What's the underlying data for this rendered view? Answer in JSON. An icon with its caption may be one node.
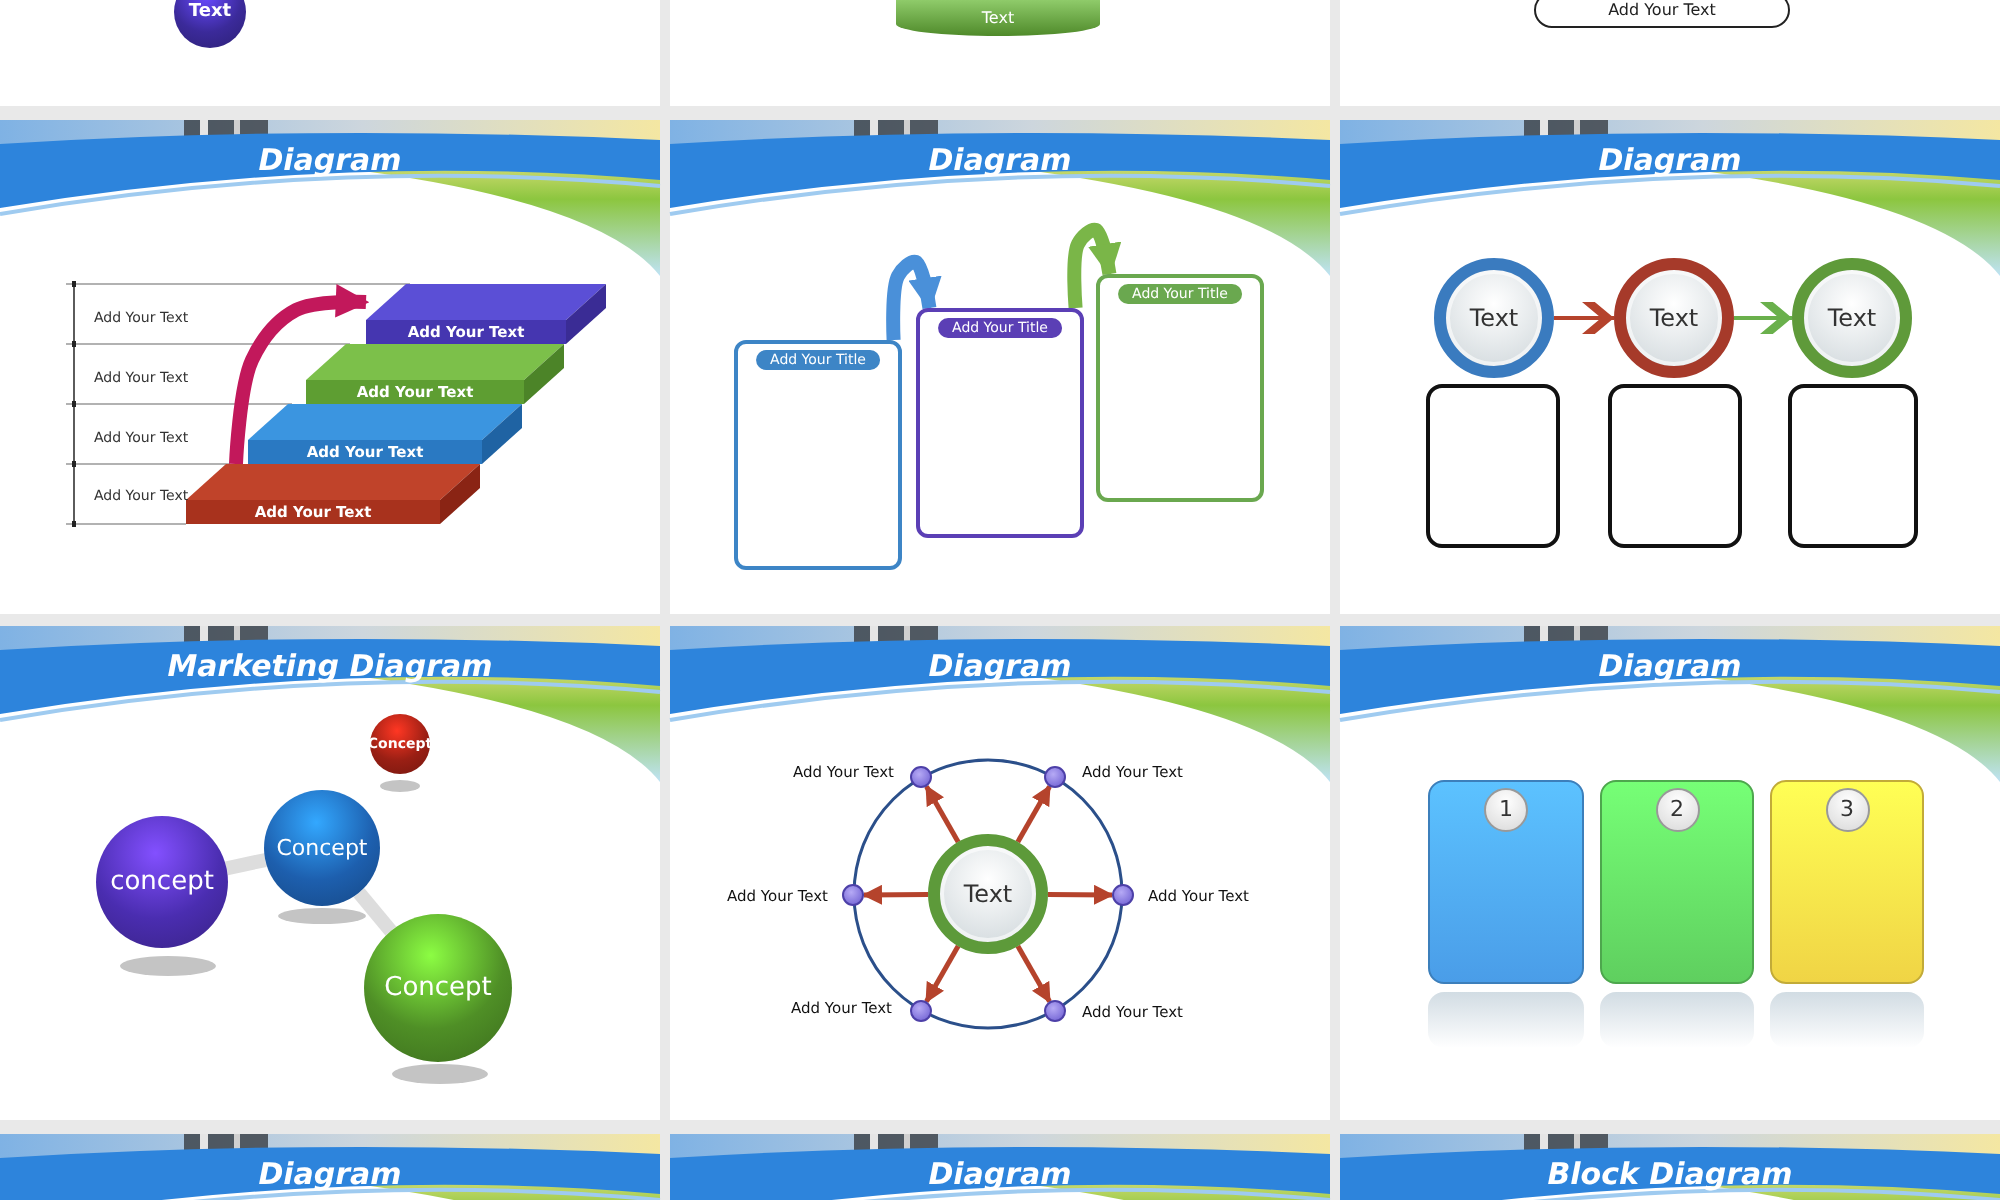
{
  "diagram": {
    "nodes": [
      {
        "text": [
          "Text"
        ]
      },
      {
        "text": [
          "Text"
        ]
      },
      {
        "text": [
          "Add Your Text"
        ]
      },
      {
        "text": [
          "Add Your Text"
        ]
      },
      {
        "text": [
          "Add Your Text"
        ]
      },
      {
        "text": [
          "Add Your Text"
        ]
      },
      {
        "text": [
          "Add Your Text"
        ]
      },
      {
        "text": [
          "Add Your Title"
        ]
      },
      {
        "text": [
          "Add Your Title"
        ]
      },
      {
        "text": [
          "Add Your Title"
        ]
      },
      {
        "text": [
          "Text"
        ]
      },
      {
        "text": [
          "Text"
        ]
      },
      {
        "text": [
          "Text"
        ]
      },
      {
        "text": [],
        "shape": "box"
      },
      {
        "text": [],
        "shape": "box"
      },
      {
        "text": [],
        "shape": "box"
      },
      {
        "text": [
          "Concept"
        ]
      },
      {
        "text": [
          "Concept"
        ]
      },
      {
        "text": [
          "concept"
        ]
      },
      {
        "text": [
          "Concept"
        ]
      },
      {
        "text": [
          "Text"
        ]
      },
      {
        "text": [],
        "shape": "circle",
        "beside": [
          "Add Your Text"
        ]
      },
      {
        "text": [],
        "shape": "circle",
        "beside": [
          "Add Your Text"
        ]
      },
      {
        "text": [],
        "shape": "circle",
        "beside": [
          "Add Your Text"
        ]
      },
      {
        "text": [],
        "shape": "circle",
        "beside": [
          "Add Your Text"
        ]
      },
      {
        "text": [],
        "shape": "circle",
        "beside": [
          "Add Your Text"
        ]
      },
      {
        "text": [],
        "shape": "circle",
        "beside": [
          "Add Your Text"
        ]
      },
      {
        "text": [
          "1"
        ]
      },
      {
        "text": [
          "2"
        ]
      },
      {
        "text": [
          "3"
        ]
      }
    ],
    "edges": [
      {
        "from": 6,
        "to": 3,
        "arrow": "to",
        "style": "thick",
        "color": "#c2185b"
      },
      {
        "from": 7,
        "to": 8,
        "arrow": "to",
        "style": "thick",
        "color": "#4a90d9"
      },
      {
        "from": 8,
        "to": 9,
        "arrow": "to",
        "style": "thick",
        "color": "#7ab648"
      },
      {
        "from": 10,
        "to": 11,
        "arrow": "to"
      },
      {
        "from": 11,
        "to": 12,
        "arrow": "to",
        "color": "#6ab04c"
      },
      {
        "from": 18,
        "to": 17,
        "arrow": "none",
        "style": "thick",
        "color": "#dddddd"
      },
      {
        "from": 17,
        "to": 19,
        "arrow": "none",
        "style": "thick",
        "color": "#dddddd"
      },
      {
        "from": 20,
        "to": 21,
        "arrow": "to"
      },
      {
        "from": 20,
        "to": 22,
        "arrow": "to"
      },
      {
        "from": 20,
        "to": 23,
        "arrow": "to"
      },
      {
        "from": 20,
        "to": 24,
        "arrow": "to"
      },
      {
        "from": 20,
        "to": 25,
        "arrow": "to"
      },
      {
        "from": 20,
        "to": 26,
        "arrow": "to"
      }
    ],
    "labels": [
      "Diagram",
      "Add Your Text",
      "Add Your Text",
      "Add Your Text",
      "Add Your Text",
      "Diagram",
      "Diagram",
      "Marketing Diagram",
      "Diagram",
      "Diagram",
      "Diagram",
      "Diagram",
      "Block Diagram"
    ]
  }
}
